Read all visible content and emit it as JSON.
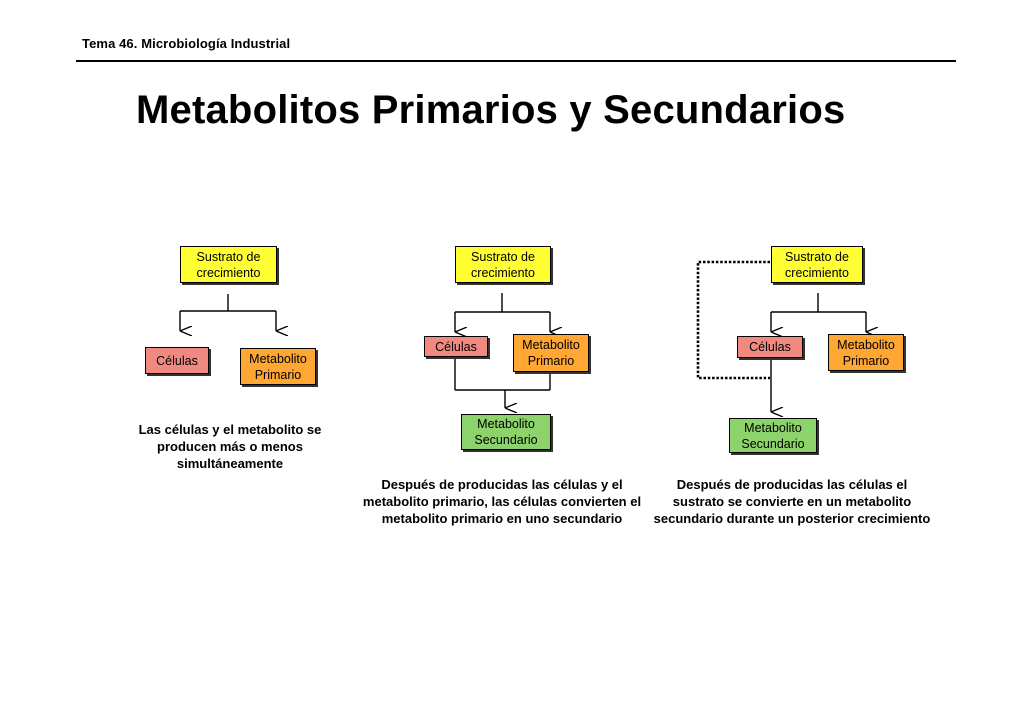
{
  "header": {
    "course": "Tema 46. Microbiología Industrial"
  },
  "title": "Metabolitos Primarios y Secundarios",
  "colors": {
    "substrate": "#ffff33",
    "cells": "#f08a80",
    "primary": "#ffa633",
    "secondary": "#8dd36b"
  },
  "panels": [
    {
      "substrate": {
        "line1": "Sustrato de",
        "line2": "crecimiento"
      },
      "cells": "Células",
      "primary": {
        "line1": "Metabolito",
        "line2": "Primario"
      },
      "caption": "Las células y el metabolito se producen más o menos simultáneamente"
    },
    {
      "substrate": {
        "line1": "Sustrato de",
        "line2": "crecimiento"
      },
      "cells": "Células",
      "primary": {
        "line1": "Metabolito",
        "line2": "Primario"
      },
      "secondary": {
        "line1": "Metabolito",
        "line2": "Secundario"
      },
      "caption": "Después de producidas las células y el metabolito primario, las células convierten el metabolito primario en uno secundario"
    },
    {
      "substrate": {
        "line1": "Sustrato de",
        "line2": "crecimiento"
      },
      "cells": "Células",
      "primary": {
        "line1": "Metabolito",
        "line2": "Primario"
      },
      "secondary": {
        "line1": "Metabolito",
        "line2": "Secundario"
      },
      "caption": "Después de producidas las células el sustrato se convierte en un metabolito secundario durante un posterior crecimiento"
    }
  ]
}
